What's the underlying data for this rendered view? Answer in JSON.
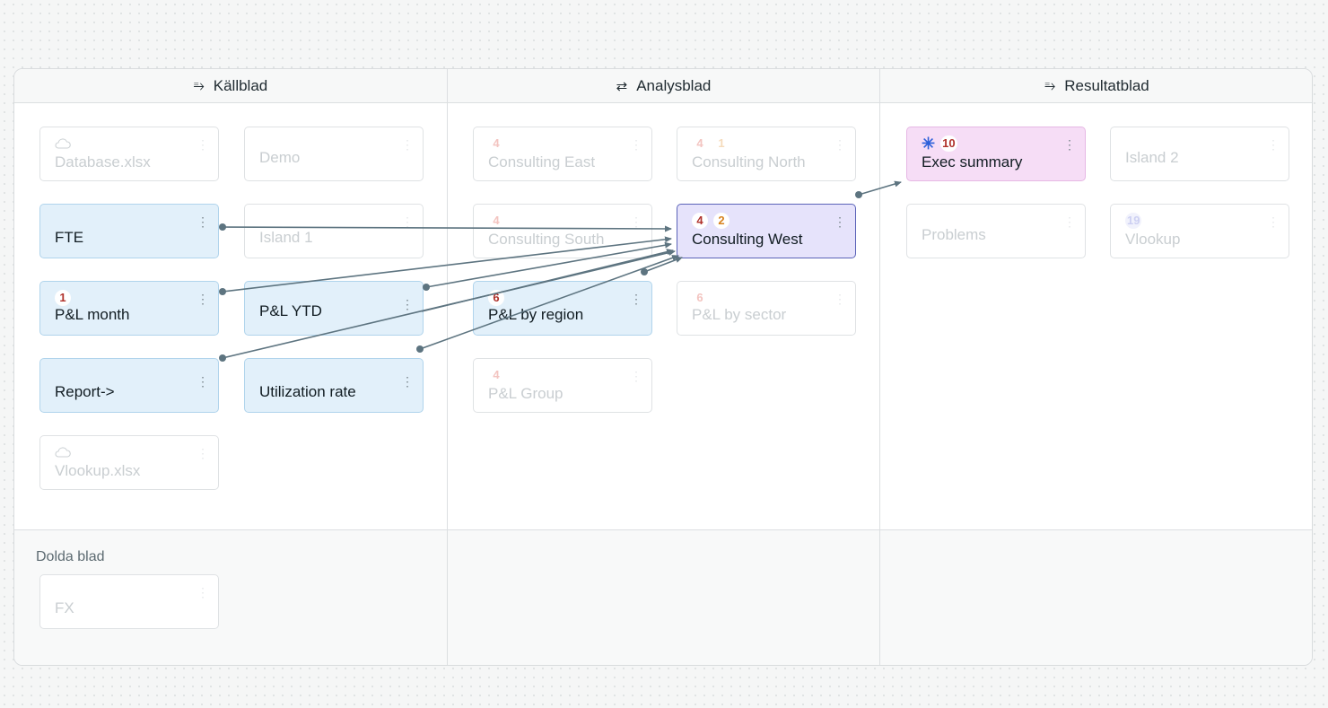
{
  "columns": [
    {
      "title": "Källblad",
      "icon": "⥱"
    },
    {
      "title": "Analysblad",
      "icon": "⇄"
    },
    {
      "title": "Resultatblad",
      "icon": "⥱"
    }
  ],
  "hidden_section": {
    "title": "Dolda blad"
  },
  "menu_glyph": "⋮",
  "cards": {
    "database": {
      "label": "Database.xlsx",
      "icon": "cloud-icon"
    },
    "demo": {
      "label": "Demo"
    },
    "fte": {
      "label": "FTE"
    },
    "island1": {
      "label": "Island 1"
    },
    "pl_month": {
      "label": "P&L month",
      "badge1": "1"
    },
    "pl_ytd": {
      "label": "P&L YTD"
    },
    "report": {
      "label": "Report->"
    },
    "utilization": {
      "label": "Utilization rate"
    },
    "vlookup_xlsx": {
      "label": "Vlookup.xlsx",
      "icon": "cloud-icon"
    },
    "consulting_east": {
      "label": "Consulting East",
      "badge1": "4"
    },
    "consulting_north": {
      "label": "Consulting North",
      "badge1": "4",
      "badge2": "1"
    },
    "consulting_south": {
      "label": "Consulting South",
      "badge1": "4"
    },
    "consulting_west": {
      "label": "Consulting West",
      "badge1": "4",
      "badge2": "2"
    },
    "pl_region": {
      "label": "P&L by region",
      "badge1": "6"
    },
    "pl_sector": {
      "label": "P&L by sector",
      "badge1": "6"
    },
    "pl_group": {
      "label": "P&L Group",
      "badge1": "4"
    },
    "exec_summary": {
      "label": "Exec summary",
      "badge1": "10",
      "icon": "asterisk-icon",
      "icon_glyph": "✳"
    },
    "island2": {
      "label": "Island 2"
    },
    "problems": {
      "label": "Problems"
    },
    "vlookup": {
      "label": "Vlookup",
      "badge1": "19"
    },
    "fx": {
      "label": "FX"
    }
  },
  "colors": {
    "link": "#5d7480",
    "source_card": "#e2f0fa",
    "focus_card": "#e6e3fb",
    "result_card": "#f6ddf6"
  }
}
